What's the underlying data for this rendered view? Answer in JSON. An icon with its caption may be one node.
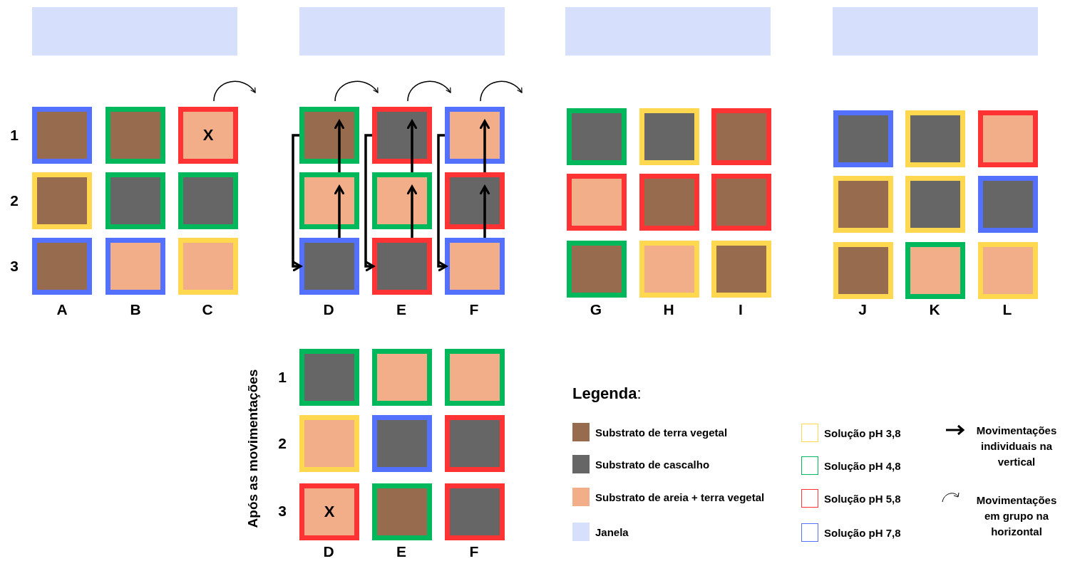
{
  "diagram": {
    "nodes": [
      {
        "text": [],
        "shape": "box"
      },
      {
        "text": [],
        "shape": "box"
      },
      {
        "text": [],
        "shape": "box"
      },
      {
        "text": [],
        "shape": "box"
      },
      {
        "text": [],
        "shape": "box"
      },
      {
        "text": [],
        "shape": "box"
      },
      {
        "text": [
          "X"
        ]
      },
      {
        "text": [],
        "shape": "box"
      },
      {
        "text": [],
        "shape": "box"
      },
      {
        "text": [],
        "shape": "box"
      },
      {
        "text": [],
        "shape": "box"
      },
      {
        "text": [],
        "shape": "box"
      },
      {
        "text": [],
        "shape": "box"
      },
      {
        "text": [],
        "shape": "box"
      },
      {
        "text": [],
        "shape": "box"
      },
      {
        "text": [],
        "shape": "box"
      },
      {
        "text": [],
        "shape": "box"
      },
      {
        "text": [],
        "shape": "box"
      },
      {
        "text": [],
        "shape": "box"
      },
      {
        "text": [],
        "shape": "box"
      },
      {
        "text": [],
        "shape": "box"
      },
      {
        "text": [],
        "shape": "box"
      },
      {
        "text": [],
        "shape": "box"
      },
      {
        "text": [],
        "shape": "box"
      },
      {
        "text": [],
        "shape": "box"
      },
      {
        "text": [],
        "shape": "box"
      },
      {
        "text": [],
        "shape": "box"
      },
      {
        "text": [],
        "shape": "box"
      },
      {
        "text": [],
        "shape": "box"
      },
      {
        "text": [],
        "shape": "box"
      },
      {
        "text": [],
        "shape": "box"
      },
      {
        "text": [],
        "shape": "box"
      },
      {
        "text": [],
        "shape": "box"
      },
      {
        "text": [],
        "shape": "box"
      },
      {
        "text": [],
        "shape": "box"
      },
      {
        "text": [],
        "shape": "box"
      },
      {
        "text": [],
        "shape": "box"
      },
      {
        "text": [],
        "shape": "box"
      },
      {
        "text": [],
        "shape": "box"
      },
      {
        "text": [],
        "shape": "box"
      },
      {
        "text": [],
        "shape": "box"
      },
      {
        "text": [],
        "shape": "box"
      },
      {
        "text": [],
        "shape": "box"
      },
      {
        "text": [],
        "shape": "box"
      },
      {
        "text": [],
        "shape": "box"
      },
      {
        "text": [],
        "shape": "box"
      },
      {
        "text": [
          "X"
        ]
      },
      {
        "text": [],
        "shape": "box"
      },
      {
        "text": [],
        "shape": "box"
      }
    ],
    "edges": [
      {
        "from": 6,
        "to": null,
        "arrow": "to"
      },
      {
        "from": 13,
        "to": 14,
        "arrow": "to"
      },
      {
        "from": 14,
        "to": 15,
        "arrow": "to"
      },
      {
        "from": 15,
        "to": null,
        "arrow": "to"
      },
      {
        "from": 13,
        "to": 19,
        "arrow": "to"
      },
      {
        "from": 19,
        "to": 16,
        "arrow": "to"
      },
      {
        "from": 16,
        "to": 13,
        "arrow": "to"
      },
      {
        "from": 14,
        "to": 20,
        "arrow": "to"
      },
      {
        "from": 20,
        "to": 17,
        "arrow": "to"
      },
      {
        "from": 17,
        "to": 14,
        "arrow": "to"
      },
      {
        "from": 15,
        "to": 21,
        "arrow": "to"
      },
      {
        "from": 21,
        "to": 18,
        "arrow": "to"
      },
      {
        "from": 18,
        "to": 15,
        "arrow": "to"
      }
    ],
    "labels": [
      "1",
      "2",
      "3",
      "A",
      "B",
      "C",
      "D",
      "E",
      "F",
      "G",
      "H",
      "I",
      "J",
      "K",
      "L",
      "Após as movimentações",
      "1",
      "2",
      "3",
      "D",
      "E",
      "F",
      "**Legenda**:"
    ],
    "legend": [
      {
        "text": "Substrato de terra vegetal",
        "color": "#976c4e"
      },
      {
        "text": "Substrato de cascalho",
        "color": "#666666"
      },
      {
        "text": "Substrato de areia + terra vegetal",
        "color": "#f2ae88"
      },
      {
        "text": "Janela",
        "color": "#d6e0fd"
      },
      {
        "text": "Solução pH 3,8",
        "color": "#ffd84f"
      },
      {
        "text": "Solução pH 4,8",
        "color": "#00b85c"
      },
      {
        "text": "Solução pH 5,8",
        "color": "#ff3333"
      },
      {
        "text": "Solução pH 7,8",
        "color": "#5470ff"
      },
      {
        "text": "Movimentações individuais na vertical"
      },
      {
        "text": "Movimentações em grupo na horizontal"
      }
    ]
  }
}
